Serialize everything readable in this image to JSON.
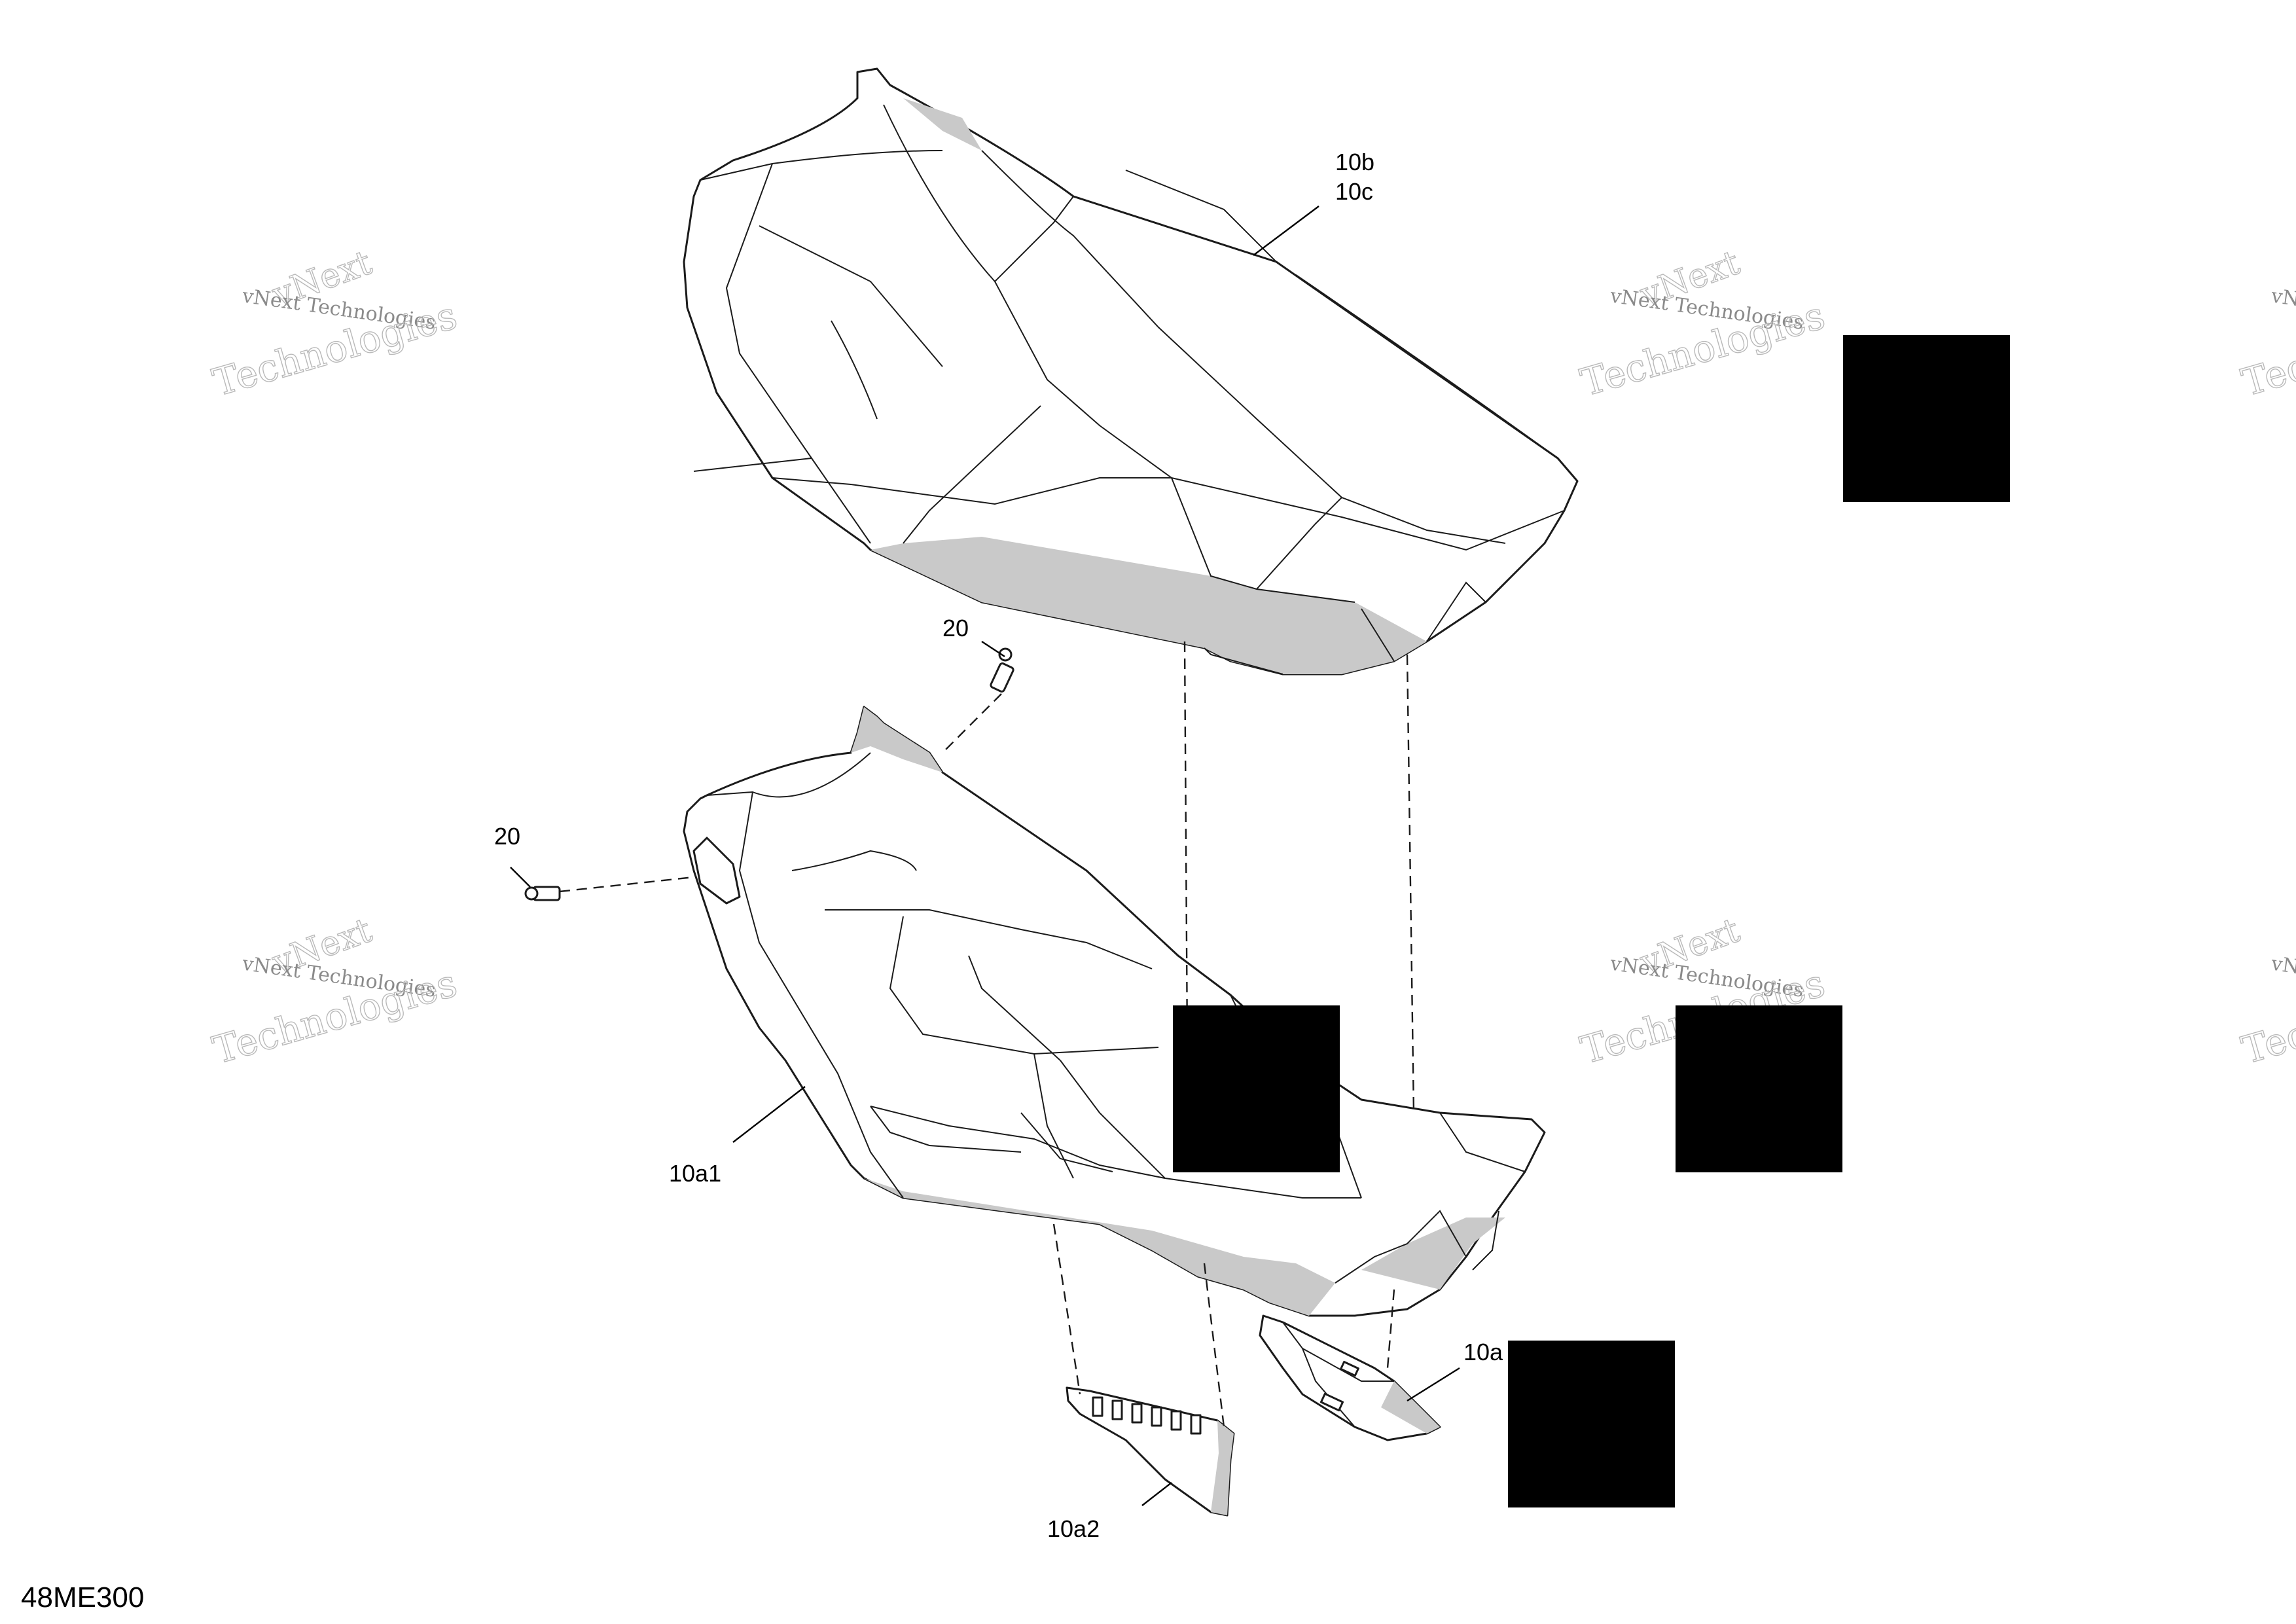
{
  "document_id": "48ME300",
  "callouts": {
    "seat_cover": [
      "10b",
      "10c"
    ],
    "fastener_upper": "20",
    "fastener_left": "20",
    "seat_base": "10a1",
    "rear_trim": "10a2",
    "side_bracket": "10a"
  },
  "watermark": {
    "line1": "vNext Technologies",
    "line2": "vNext",
    "line3": "Technologies"
  }
}
